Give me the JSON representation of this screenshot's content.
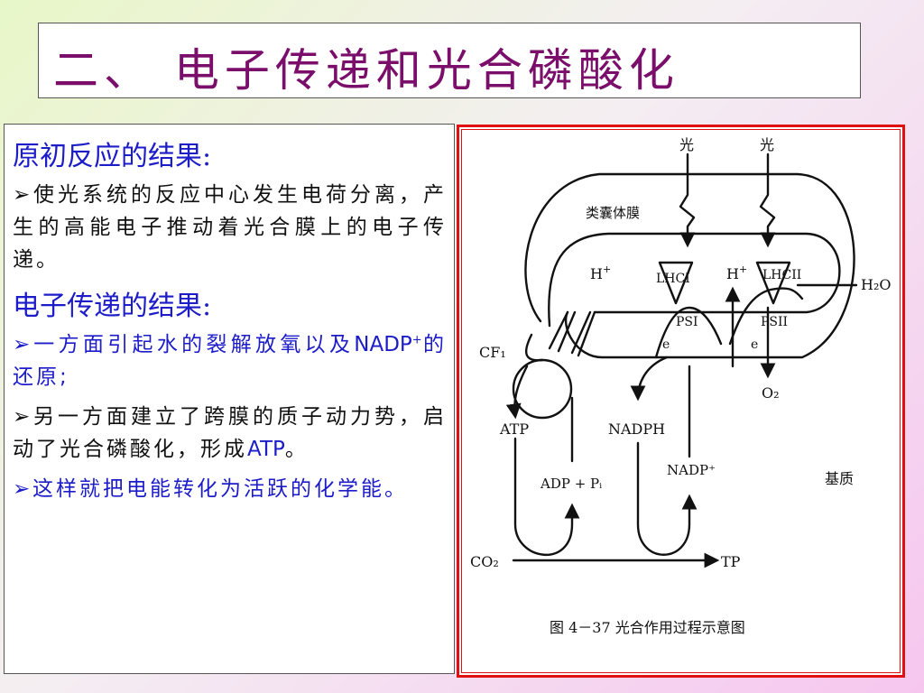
{
  "title": "二、 电子传递和光合磷酸化",
  "left": {
    "heading1": "原初反应的结果:",
    "bullet1": "使光系统的反应中心发生电荷分离，产生的高能电子推动着光合膜上的电子传递。",
    "heading2": "电子传递的结果:",
    "bullet2_text": "一方面引起水的裂解放氧以及",
    "bullet2_nadp": "NADP",
    "bullet2_sup": "+",
    "bullet2_tail": "的还原;",
    "bullet3_text": "另一方面建立了跨膜的质子动力势，启动了光合磷酸化，形成",
    "bullet3_atp": "ATP",
    "bullet3_tail": "。",
    "bullet4": "这样就把电能转化为活跃的化学能。"
  },
  "diagram": {
    "light1": "光",
    "light2": "光",
    "membrane_label": "类囊体膜",
    "h_plus_left": "H",
    "h_plus_mid": "H",
    "plus": "+",
    "lhci": "LHCI",
    "lhcii": "LHCII",
    "h2o": "H₂O",
    "psi": "PSI",
    "psii": "PSII",
    "cf1": "CF₁",
    "e1": "e",
    "e2": "e",
    "o2": "O₂",
    "atp": "ATP",
    "nadph": "NADPH",
    "adp_pi": "ADP + Pᵢ",
    "nadp_plus": "NADP⁺",
    "stroma": "基质",
    "co2": "CO₂",
    "tp": "TP",
    "caption": "图 4－37   光合作用过程示意图"
  }
}
